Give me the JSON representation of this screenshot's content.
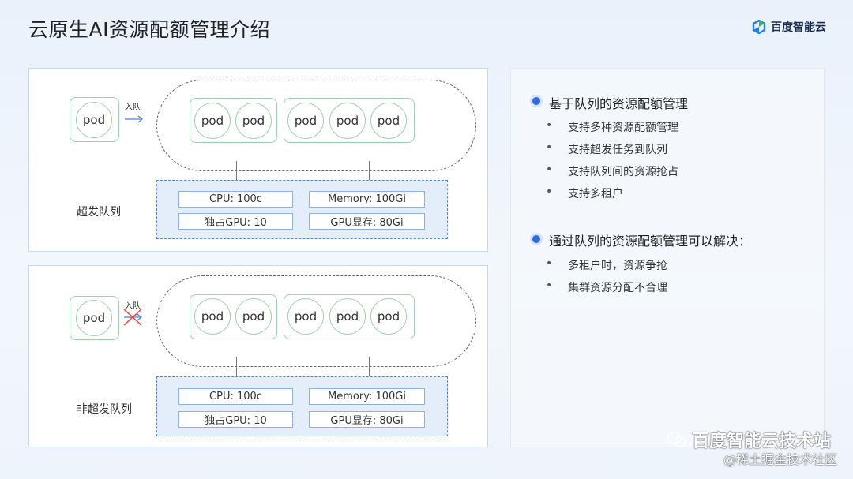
{
  "title": "云原生AI资源配额管理介绍",
  "brand": {
    "name": "百度智能云",
    "icon": "baidu-cloud-logo-icon"
  },
  "diagram": {
    "pod_label": "pod",
    "enqueue_label": "入队",
    "panels": [
      {
        "queue_label": "超发队列",
        "enqueue_allowed": true,
        "quota": {
          "cpu": "CPU: 100c",
          "memory": "Memory: 100Gi",
          "gpu": "独占GPU: 10",
          "gpu_mem": "GPU显存: 80Gi"
        }
      },
      {
        "queue_label": "非超发队列",
        "enqueue_allowed": false,
        "quota": {
          "cpu": "CPU: 100c",
          "memory": "Memory: 100Gi",
          "gpu": "独占GPU: 10",
          "gpu_mem": "GPU显存: 80Gi"
        }
      }
    ]
  },
  "features": {
    "section1": {
      "title": "基于队列的资源配额管理",
      "items": [
        "支持多种资源配额管理",
        "支持超发任务到队列",
        "支持队列间的资源抢占",
        "支持多租户"
      ]
    },
    "section2": {
      "title": "通过队列的资源配额管理可以解决：",
      "items": [
        "多租户时，资源争抢",
        "集群资源分配不合理"
      ]
    }
  },
  "watermark": {
    "line1": "百度智能云技术站",
    "line2": "@稀土掘金技术社区",
    "icon": "wechat-icon"
  },
  "colors": {
    "accent": "#2f6be0",
    "pod_border": "#9fd3b1",
    "quota_bg": "#e4edfa",
    "cross": "#e0534a"
  }
}
